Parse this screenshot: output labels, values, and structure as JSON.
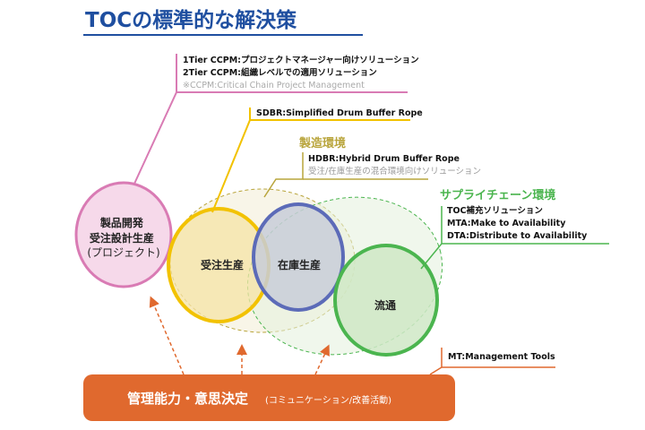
{
  "title": "TOCの標準的な解決策",
  "ccpm": {
    "line1": "1Tier CCPM:プロジェクトマネージャー向けソリューション",
    "line2": "2Tier CCPM:組織レベルでの適用ソリューション",
    "note": "※CCPM:Critical Chain Project Management"
  },
  "sdbr": {
    "line1": "SDBR:Simplified Drum Buffer Rope"
  },
  "manufacturing": {
    "heading": "製造環境",
    "line1": "HDBR:Hybrid Drum Buffer Rope",
    "line2": "受注/在庫生産の混合環境向けソリューション"
  },
  "supply_chain": {
    "heading": "サプライチェーン環境",
    "line1": "TOC補充ソリューション",
    "line2": "MTA:Make to Availability",
    "line3": "DTA:Distribute to Availability"
  },
  "circles": {
    "project": [
      "製品開発",
      "受注設計生産",
      "(プロジェクト)"
    ],
    "mto": "受注生産",
    "mts": "在庫生産",
    "distribution": "流通"
  },
  "mt": {
    "label": "MT:Management Tools"
  },
  "base_bar": {
    "main": "管理能力・意思決定",
    "sub": "(コミュニケーション/改善活動)"
  },
  "colors": {
    "title": "#1f4fa0",
    "pink": "#d97bb4",
    "yellow": "#f2c200",
    "olive": "#b9a53c",
    "blue": "#5c6bb8",
    "green": "#4bb54f",
    "orange": "#e0692e"
  }
}
